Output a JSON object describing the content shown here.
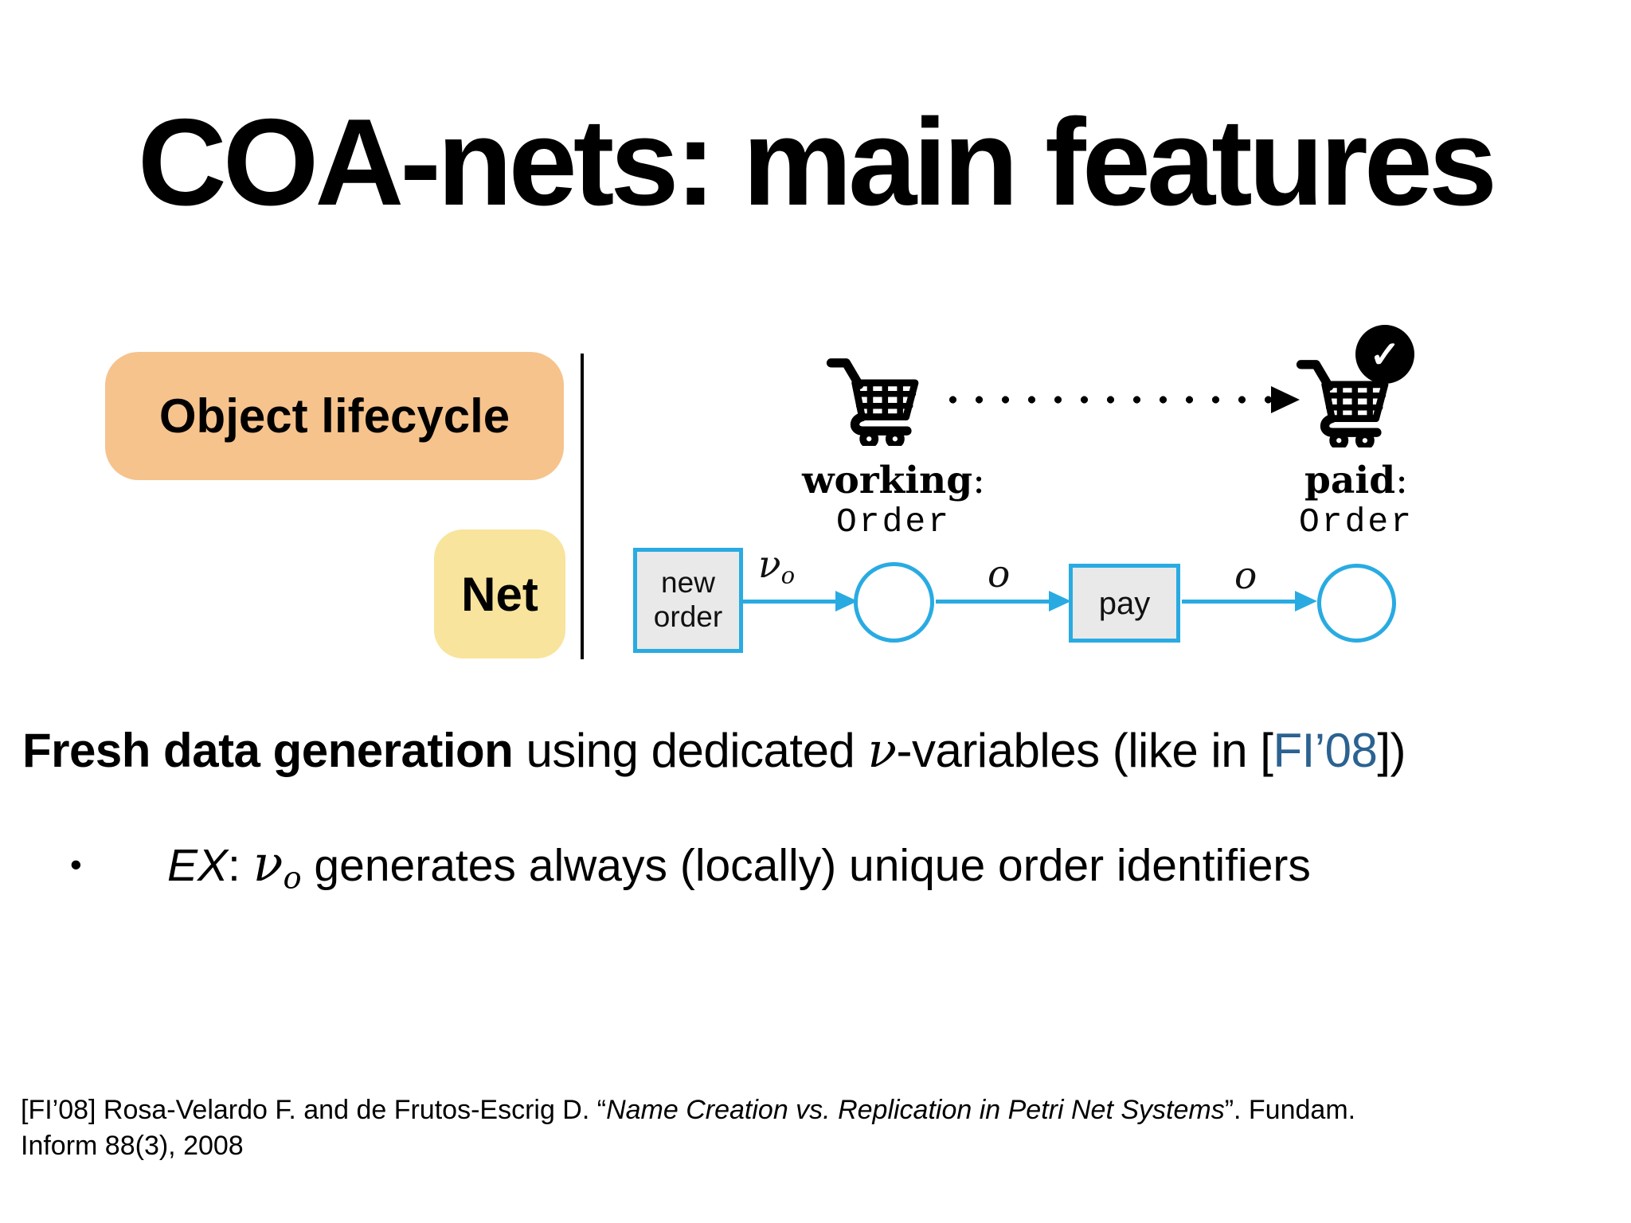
{
  "colors": {
    "accent_cyan": "#29abe2",
    "lifecycle_bg": "#f6c38c",
    "net_bg": "#f8e49c",
    "cite_blue": "#2b6291"
  },
  "title": "COA-nets: main features",
  "labels": {
    "object_lifecycle": "Object lifecycle",
    "net": "Net"
  },
  "lifecycle": {
    "working_state": "working",
    "working_colon": ":",
    "working_type": "Order",
    "paid_state": "paid",
    "paid_colon": ":",
    "paid_type": "Order",
    "check_glyph": "✓"
  },
  "petri": {
    "transition_new_order": "new\norder",
    "arc1_nu": "ν",
    "arc1_sub": "o",
    "arc2_label": "o",
    "transition_pay": "pay",
    "arc3_label": "o"
  },
  "fresh": {
    "bold": "Fresh data generation",
    "mid1": " using dedicated ",
    "nu": "ν",
    "mid2": "-variables (like in [",
    "cite": "FI’08",
    "end": "])"
  },
  "bullet": {
    "marker": "•",
    "ex": "EX",
    "colon": ": ",
    "nu": "ν",
    "nu_sub": "o",
    "rest": " generates always (locally) unique order identifiers"
  },
  "footer": {
    "line1_pre": "[FI’08] Rosa-Velardo F. and de Frutos-Escrig D. “",
    "line1_italic": "Name Creation vs. Replication in Petri Net Systems",
    "line1_post": "”. Fundam.",
    "line2": "Inform 88(3), 2008"
  }
}
